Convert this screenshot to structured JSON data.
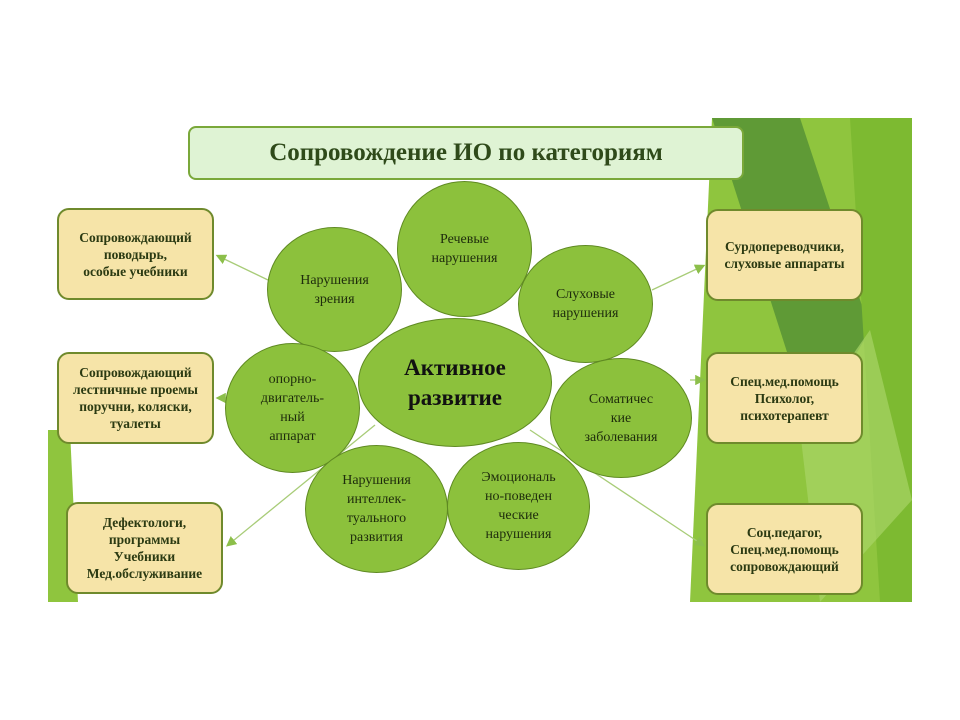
{
  "title": "Сопровождение ИО по категориям",
  "center": "Активное\nразвитие",
  "categories": [
    "Нарушения\nзрения",
    "Речевые\nнарушения",
    "Слуховые\nнарушения",
    "опорно-\nдвигатель-\nный\nаппарат",
    "Соматичес\nкие\nзаболевания",
    "Нарушения\nинтеллек-\nтуального\nразвития",
    "Эмоциональ\nно-поведен\nческие\nнарушения"
  ],
  "left_boxes": [
    "Сопровождающий\nповодырь,\nособые учебники",
    "Сопровождающий\nлестничные проемы\nпоручни, коляски,\nтуалеты",
    "Дефектологи,\nпрограммы\nУчебники\nМед.обслуживание"
  ],
  "right_boxes": [
    "Сурдопереводчики,\nслуховые аппараты",
    "Спец.мед.помощь\nПсихолог,\nпсихотерапевт",
    "Соц.педагог,\nСпец.мед.помощь\nсопровождающий"
  ],
  "colors": {
    "circle": "#8cc13c",
    "box": "#f6e4a8",
    "title_bg": "#dff3d4",
    "accent": "#6f8a2c"
  }
}
